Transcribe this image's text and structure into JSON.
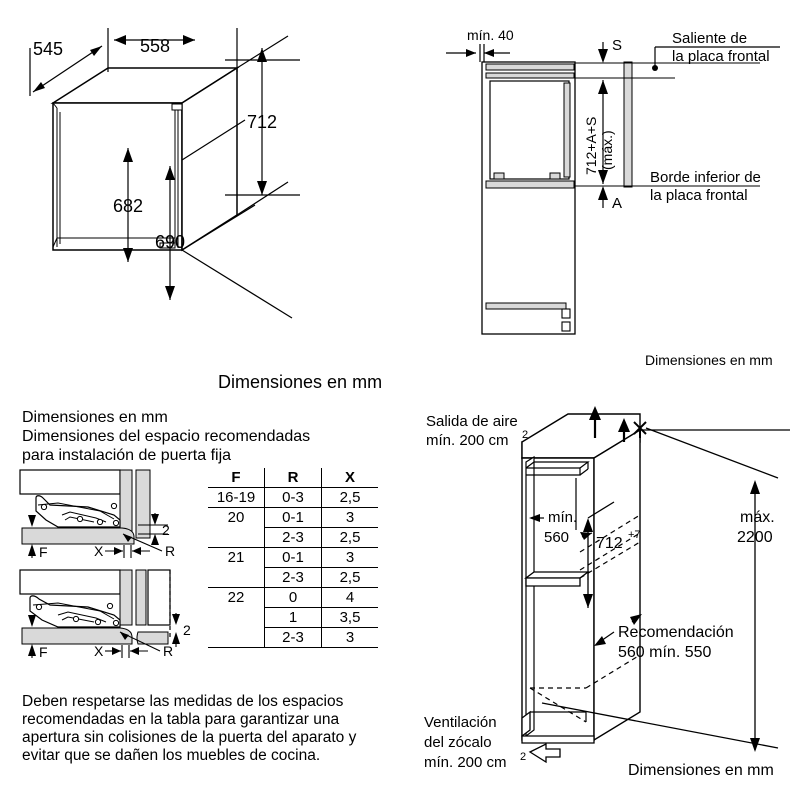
{
  "page": {
    "language": "es",
    "document_type": "installation-dimension-drawing",
    "line_color": "#000000",
    "background_color": "#ffffff",
    "shade_color": "#d9d9d9"
  },
  "panel_top_left": {
    "name": "appliance-isometric-dimensions",
    "dimensions": {
      "depth_left": "545",
      "width_top": "558",
      "height_total": "712",
      "height_door": "682",
      "height_body": "690"
    }
  },
  "panel_top_right": {
    "name": "appliance-front-panel-side-view",
    "labels": {
      "min_gap": "mín. 40",
      "overhang_symbol": "S",
      "height_formula_line1": "712+A+S",
      "height_formula_line2": "(máx.)",
      "bottom_symbol": "A",
      "callout_top_line1": "Saliente de",
      "callout_top_line2": "la placa frontal",
      "callout_bottom_line1": "Borde inferior de",
      "callout_bottom_line2": "la placa frontal"
    },
    "footer_note": "Dimensiones en mm"
  },
  "center_note": "Dimensiones en mm",
  "panel_bottom_left": {
    "name": "fixed-door-hinge-clearance",
    "heading_line1": "Dimensiones en mm",
    "heading_line2": "Dimensiones del espacio recomendadas",
    "heading_line3": "para instalación de puerta fija",
    "diagram_labels": {
      "gap": "2",
      "front": "F",
      "offset": "X",
      "radius": "R"
    },
    "table": {
      "columns": [
        "F",
        "R",
        "X"
      ],
      "rows": [
        {
          "F": "16-19",
          "R": "0-3",
          "X": "2,5",
          "group_start": true
        },
        {
          "F": "20",
          "R": "0-1",
          "X": "3",
          "group_start": true
        },
        {
          "F": "",
          "R": "2-3",
          "X": "2,5",
          "group_start": false
        },
        {
          "F": "21",
          "R": "0-1",
          "X": "3",
          "group_start": true
        },
        {
          "F": "",
          "R": "2-3",
          "X": "2,5",
          "group_start": false
        },
        {
          "F": "22",
          "R": "0",
          "X": "4",
          "group_start": true
        },
        {
          "F": "",
          "R": "1",
          "X": "3,5",
          "group_start": false
        },
        {
          "F": "",
          "R": "2-3",
          "X": "3",
          "group_start": false
        }
      ]
    },
    "warning_paragraph": "Deben respetarse las medidas de los espacios recomendadas en la tabla para garantizar una apertura sin colisiones de la puerta del aparato y evitar que se dañen los muebles de cocina."
  },
  "panel_bottom_right": {
    "name": "niche-ventilation-isometric",
    "labels": {
      "air_outlet_line1": "Salida de aire",
      "air_outlet_line2": "mín. 200 cm",
      "air_outlet_sup": "2",
      "niche_width_line1": "mín.",
      "niche_width_line2": "560",
      "niche_height": "712",
      "niche_height_sup": "+7",
      "recommendation_line1": "Recomendación",
      "recommendation_line2": "560 mín. 550",
      "max_height_line1": "máx.",
      "max_height_line2": "2200",
      "plinth_vent_line1": "Ventilación",
      "plinth_vent_line2": "del zócalo",
      "plinth_vent_line3": "mín. 200 cm",
      "plinth_vent_sup": "2"
    },
    "footer_note": "Dimensiones en mm"
  }
}
